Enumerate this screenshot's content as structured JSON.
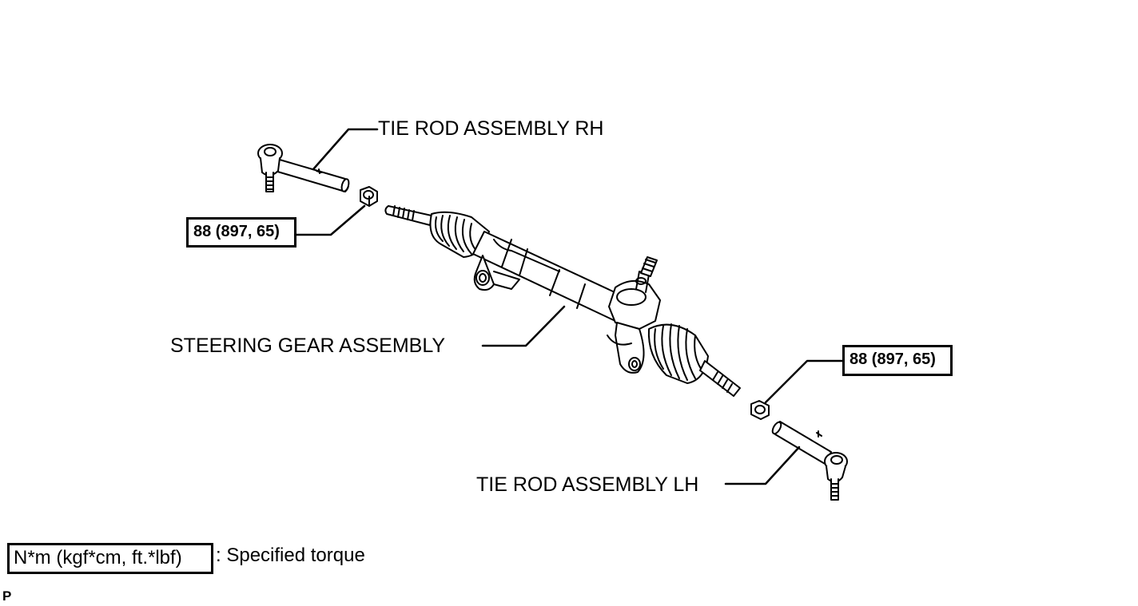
{
  "labels": {
    "tie_rod_rh": "TIE ROD ASSEMBLY RH",
    "tie_rod_lh": "TIE ROD ASSEMBLY LH",
    "steering_gear": "STEERING GEAR ASSEMBLY"
  },
  "torque": {
    "rh_nut": "88 (897, 65)",
    "lh_nut": "88 (897, 65)"
  },
  "legend": {
    "unit_box": "N*m (kgf*cm, ft.*lbf)",
    "description": ": Specified torque"
  },
  "corner_mark": "P"
}
